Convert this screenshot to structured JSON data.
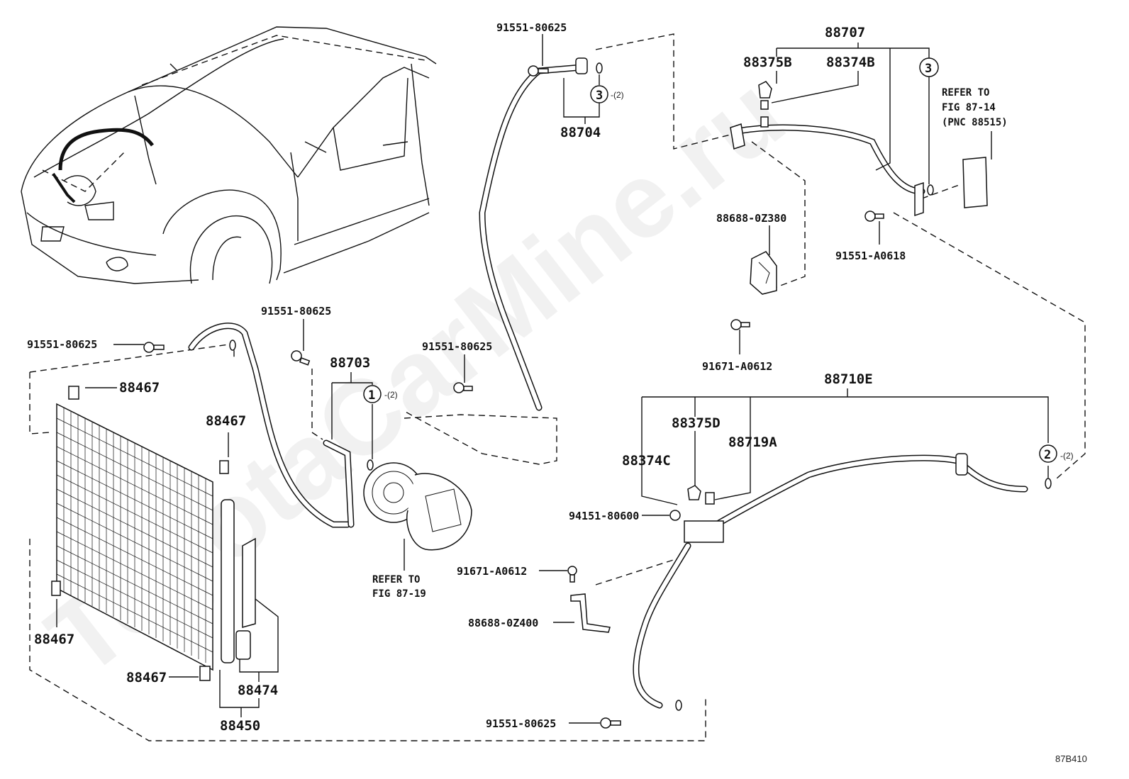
{
  "diagram": {
    "figure_code": "87B410",
    "watermark": "ToyotaCarMine.ru",
    "labels": {
      "bolt_top_suction": "91551-80625",
      "hose_88704": "88704",
      "ring3_qty": "-(2)",
      "ring3_mark": "3",
      "tube_88707": "88707",
      "cap_88375b": "88375B",
      "switch_88374b": "88374B",
      "ring3b_mark": "3",
      "refer_87_14_l1": "REFER TO",
      "refer_87_14_l2": "FIG 87-14",
      "refer_87_14_l3": "(PNC 88515)",
      "clamp_88688_0z380": "88688-0Z380",
      "bolt_91551_a0618": "91551-A0618",
      "bolt_91671_a0612_top": "91671-A0612",
      "bolt_left_discharge": "91551-80625",
      "bolt_mid_discharge": "91551-80625",
      "bolt_mid_suction": "91551-80625",
      "hose_88703": "88703",
      "ring1_mark": "1",
      "ring1_qty": "-(2)",
      "plug_88467_a": "88467",
      "plug_88467_b": "88467",
      "plug_88467_c": "88467",
      "plug_88467_d": "88467",
      "tube_88710e": "88710E",
      "cap_88375d": "88375D",
      "sensor_88719a": "88719A",
      "switch_88374c": "88374C",
      "ring2_mark": "2",
      "ring2_qty": "-(2)",
      "screw_94151_80600": "94151-80600",
      "bolt_91671_a0612_bottom": "91671-A0612",
      "bracket_88688_0z400": "88688-0Z400",
      "refer_87_19_l1": "REFER TO",
      "refer_87_19_l2": "FIG 87-19",
      "desiccant_88474": "88474",
      "condenser_88450": "88450",
      "bolt_bottom_liquid": "91551-80625"
    }
  }
}
